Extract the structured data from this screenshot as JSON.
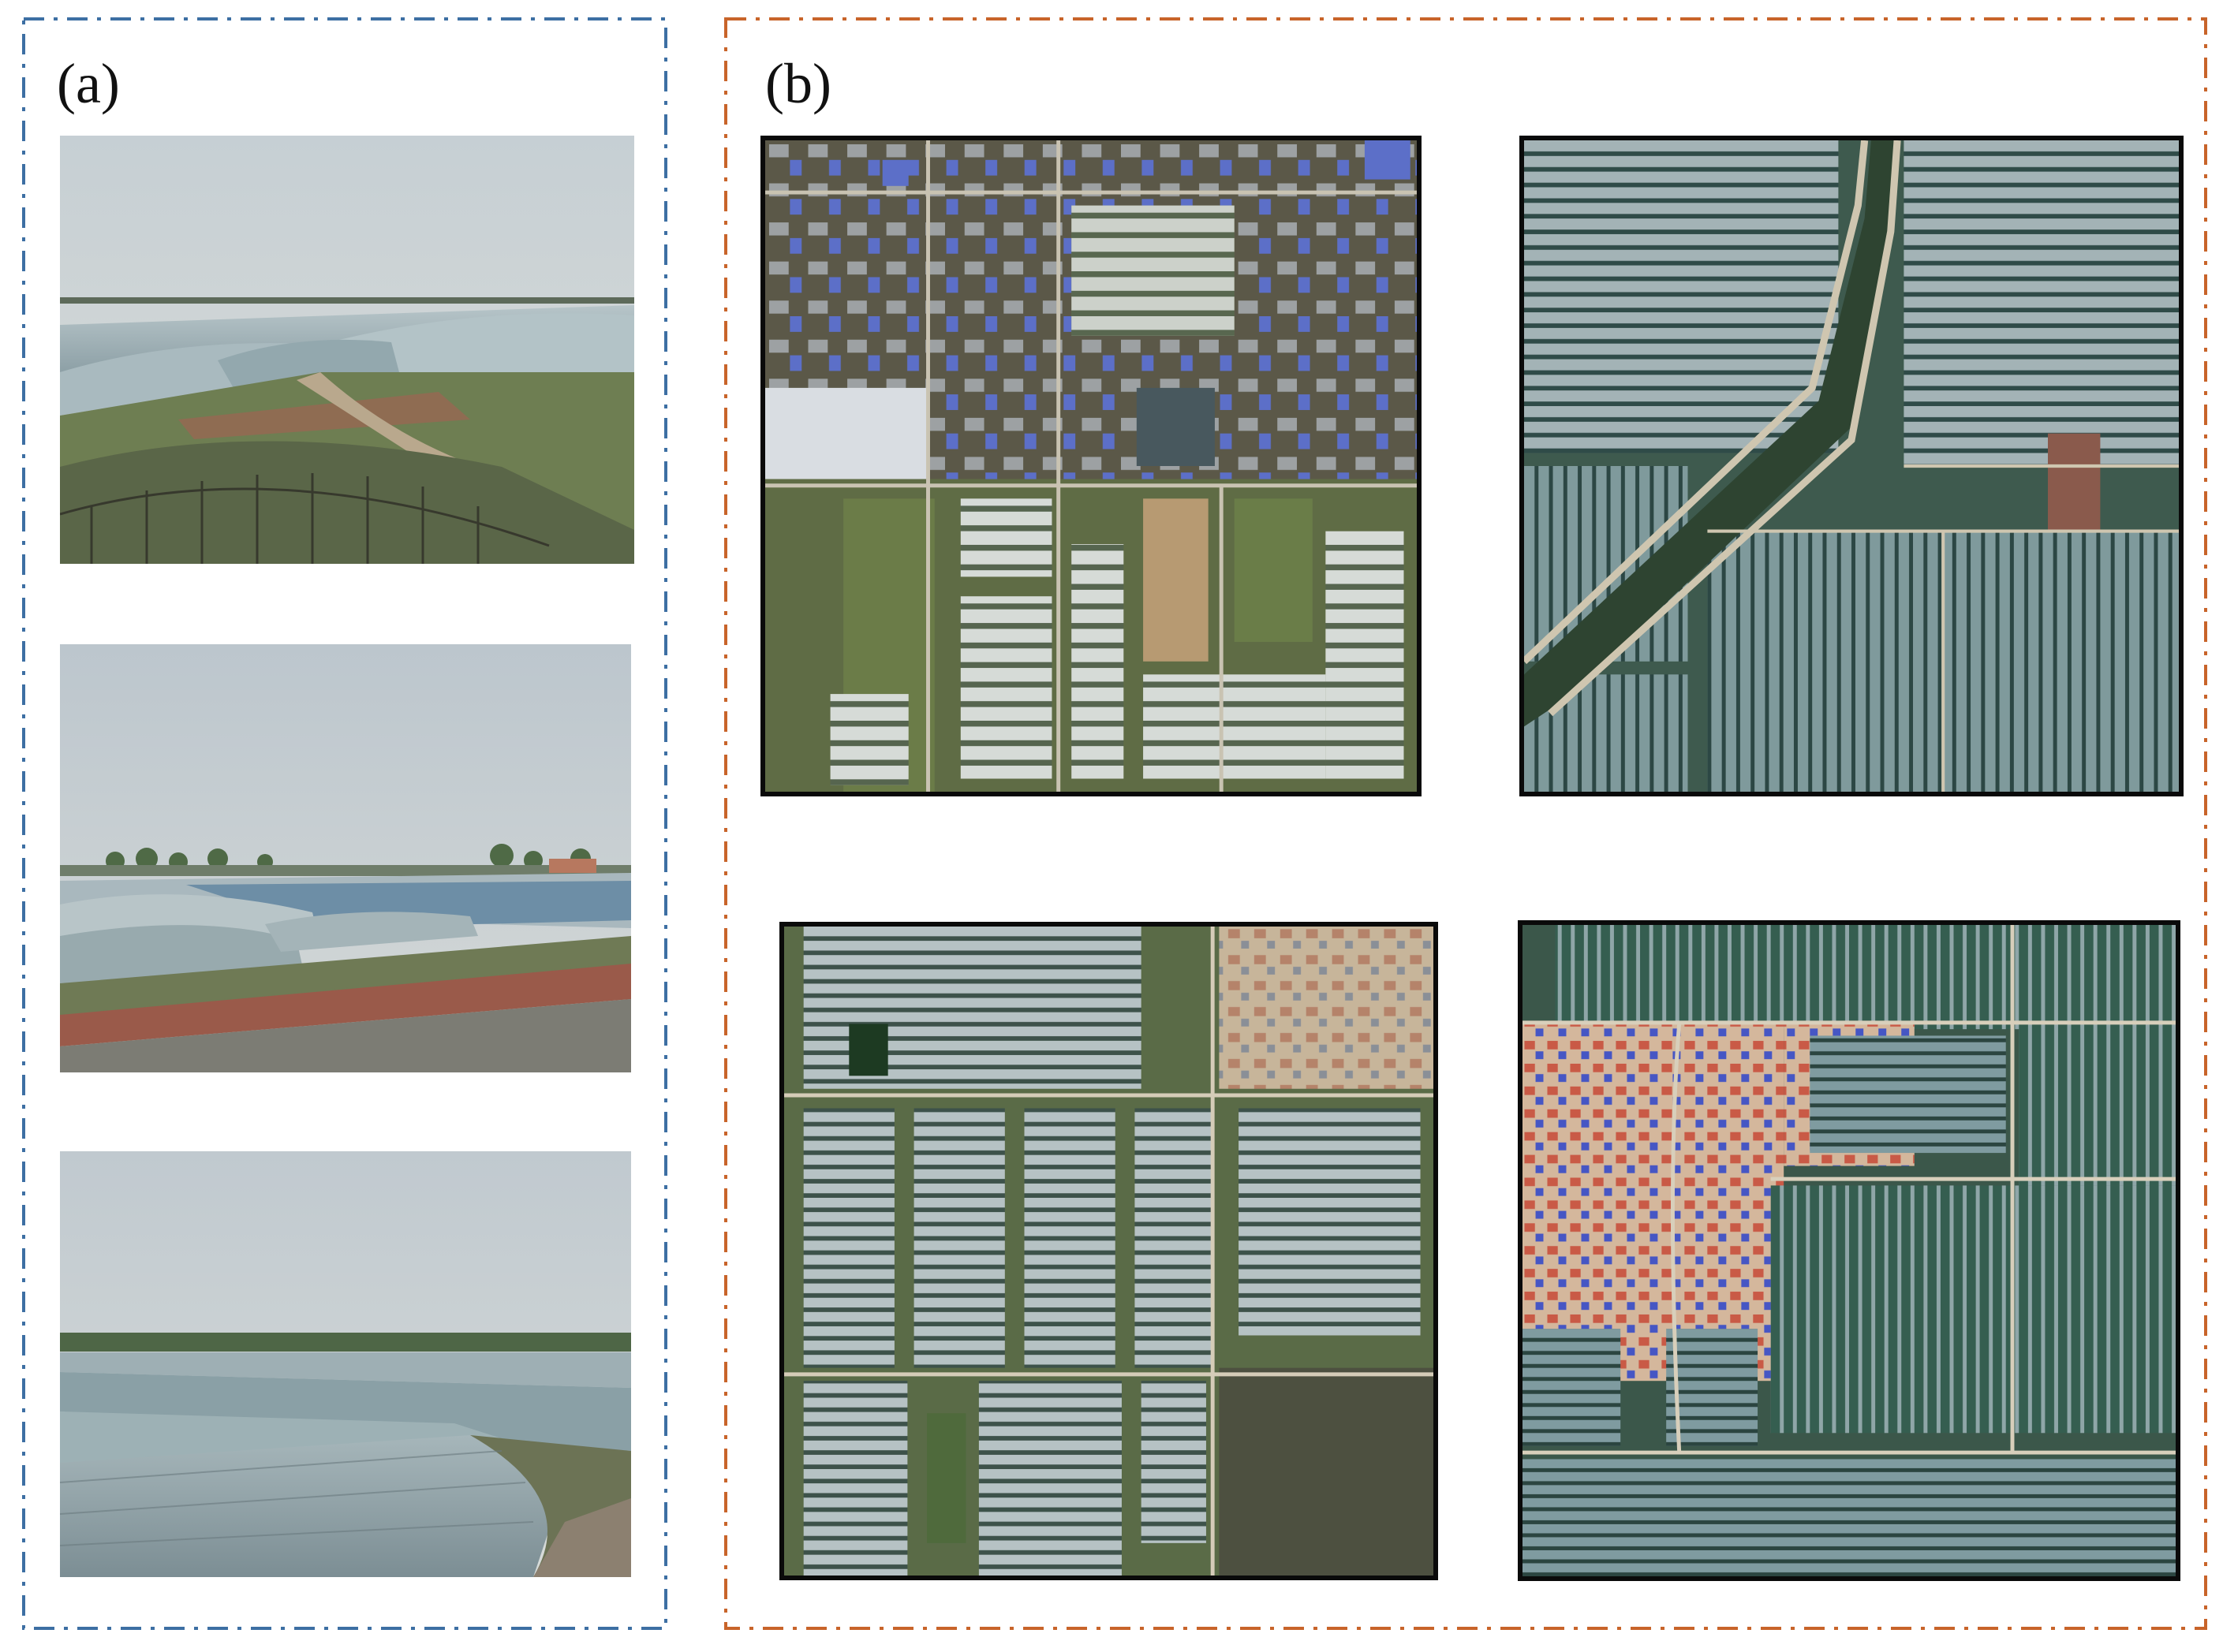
{
  "panels": {
    "a": {
      "label": "(a)",
      "border_color": "#3d6fa3",
      "photos": [
        {
          "name": "ground-photo-greenhouse-field-path"
        },
        {
          "name": "ground-photo-greenhouses-brick-wall"
        },
        {
          "name": "ground-photo-greenhouse-roof-closeup"
        }
      ]
    },
    "b": {
      "label": "(b)",
      "border_color": "#c8642a",
      "images": [
        {
          "name": "satellite-image-industrial-greenhouses"
        },
        {
          "name": "satellite-image-canal-greenhouses"
        },
        {
          "name": "satellite-image-village-greenhouses"
        },
        {
          "name": "satellite-image-dense-greenhouses"
        }
      ]
    }
  },
  "colors": {
    "sky": "#c3ccd2",
    "greenhouse_film": "#9fb1b7",
    "greenhouse_dark": "#3f5e5c",
    "field_green": "#5b7248",
    "soil": "#8a7455",
    "roof_blue": "#5c6fc8"
  }
}
